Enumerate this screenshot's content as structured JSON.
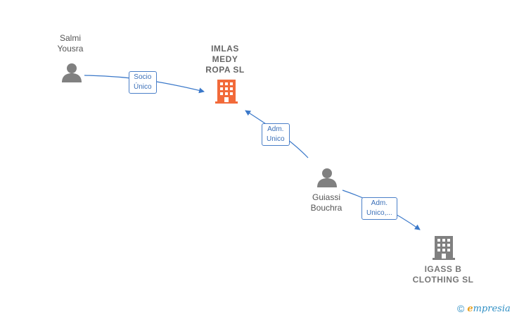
{
  "nodes": {
    "salmi": {
      "label": "Salmi\nYousra",
      "type": "person"
    },
    "imlas": {
      "label": "IMLAS\nMEDY\nROPA  SL",
      "type": "company",
      "color": "#f26a3a"
    },
    "guiassi": {
      "label": "Guiassi\nBouchra",
      "type": "person"
    },
    "igass": {
      "label": "IGASS B\nCLOTHING  SL",
      "type": "company",
      "color": "#808080"
    }
  },
  "edges": {
    "salmi_imlas": {
      "label": "Socio\nÚnico"
    },
    "guiassi_imlas": {
      "label": "Adm.\nUnico"
    },
    "guiassi_igass": {
      "label": "Adm.\nUnico,..."
    }
  },
  "colors": {
    "person": "#808080",
    "edge": "#3a78c9"
  },
  "footer": {
    "copyright": "©",
    "brand_initial": "e",
    "brand_rest": "mpresia"
  }
}
